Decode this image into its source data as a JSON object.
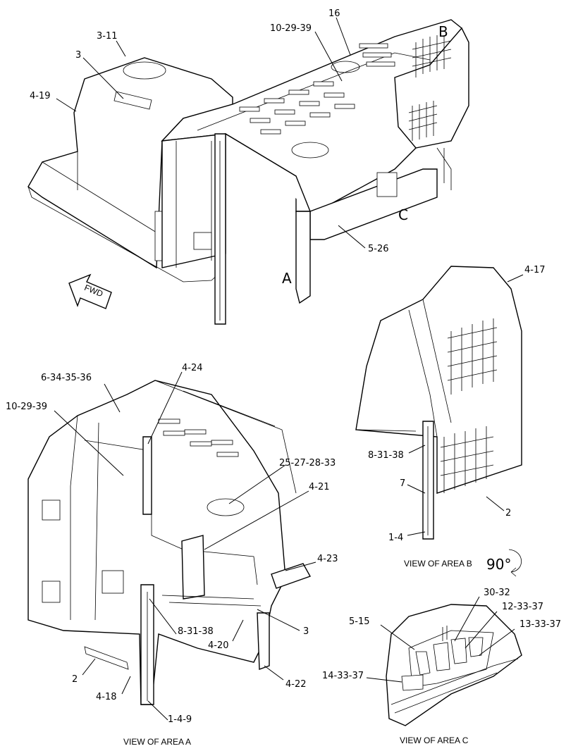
{
  "assemblies": {
    "main": {
      "callouts": [
        "3-11",
        "3",
        "4-19",
        "16",
        "10-29-39",
        "5-26"
      ],
      "area_letters": [
        "A",
        "B",
        "C"
      ],
      "direction_label": "FWD"
    },
    "area_a": {
      "caption": "VIEW OF AREA A",
      "callouts": [
        "6-34-35-36",
        "4-24",
        "10-29-39",
        "25-27-28-33",
        "4-21",
        "4-23",
        "3",
        "8-31-38",
        "4-20",
        "2",
        "4-22",
        "4-18",
        "1-4-9"
      ]
    },
    "area_b": {
      "caption": "VIEW OF AREA B",
      "callouts": [
        "4-17",
        "8-31-38",
        "7",
        "2",
        "1-4"
      ],
      "rotation_label": "90°"
    },
    "area_c": {
      "caption": "VIEW OF AREA C",
      "callouts": [
        "30-32",
        "12-33-37",
        "5-15",
        "13-33-37",
        "14-33-37"
      ]
    }
  }
}
